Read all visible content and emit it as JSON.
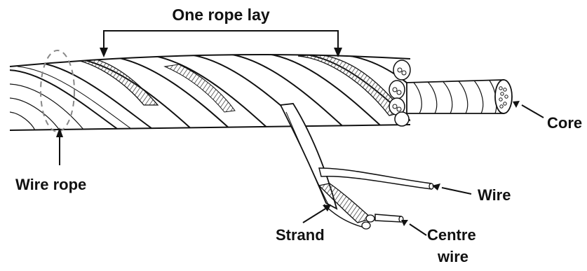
{
  "diagram": {
    "labels": {
      "rope_lay": "One rope lay",
      "wire_rope": "Wire rope",
      "core": "Core",
      "wire": "Wire",
      "strand": "Strand",
      "centre_wire_line1": "Centre",
      "centre_wire_line2": "wire"
    },
    "colors": {
      "ink": "#111111",
      "rope_fill": "#ffffff",
      "hatch": "#444444",
      "dashed_marker": "#888888"
    }
  }
}
